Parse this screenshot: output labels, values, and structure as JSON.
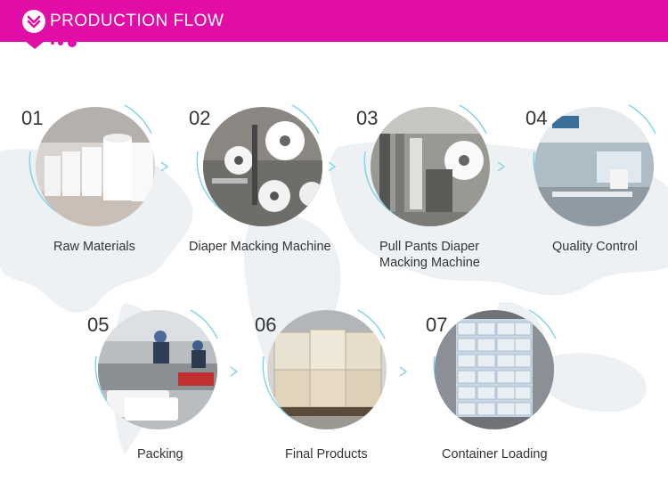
{
  "header": {
    "title": "PRODUCTION FLOW",
    "color": "#e10da6"
  },
  "steps": [
    {
      "number": "01",
      "label": "Raw Materials"
    },
    {
      "number": "02",
      "label": "Diaper Macking Machine"
    },
    {
      "number": "03",
      "label_line1": "Pull Pants Diaper",
      "label_line2": "Macking Machine"
    },
    {
      "number": "04",
      "label": "Quality Control"
    },
    {
      "number": "05",
      "label": "Packing"
    },
    {
      "number": "06",
      "label": "Final Products"
    },
    {
      "number": "07",
      "label": "Container Loading"
    }
  ],
  "colors": {
    "accent": "#e10da6",
    "arc": "#7fd3e6",
    "arrow": "#8fd6e6",
    "map": "#eef1f4"
  }
}
